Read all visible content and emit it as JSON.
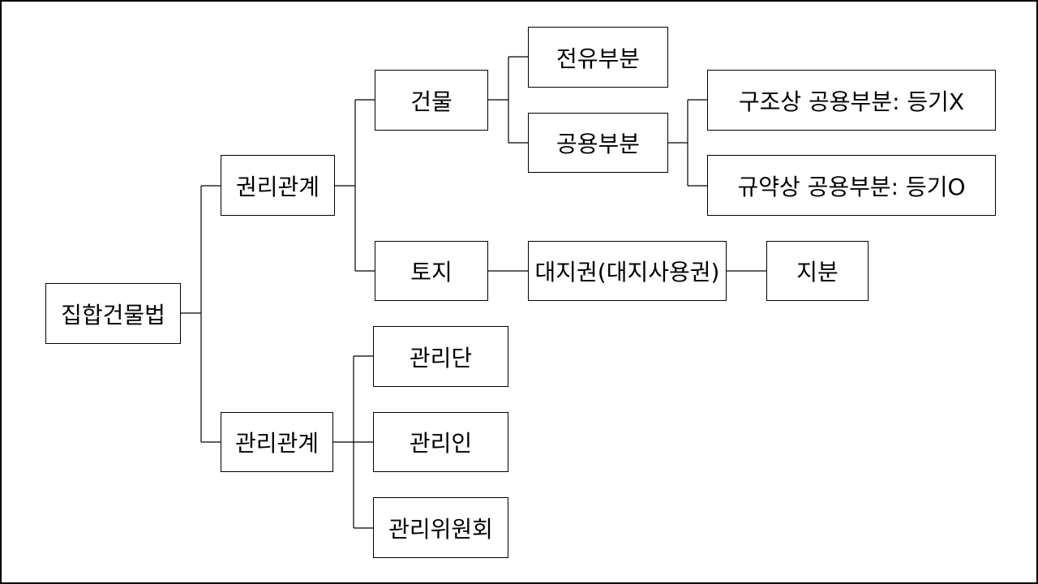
{
  "diagram": {
    "root": {
      "label": "집합건물법"
    },
    "rights": {
      "label": "권리관계",
      "building": {
        "label": "건물",
        "exclusive": "전유부분",
        "common": {
          "label": "공용부분",
          "structural": "구조상 공용부분: 등기X",
          "contractual": "규약상 공용부분: 등기O"
        }
      },
      "land": {
        "label": "토지",
        "site_right": "대지권(대지사용권)",
        "share": "지분"
      }
    },
    "management": {
      "label": "관리관계",
      "items": [
        "관리단",
        "관리인",
        "관리위원회"
      ]
    }
  },
  "colors": {
    "line": "#000000",
    "box_border": "#000000",
    "background": "#ffffff"
  }
}
